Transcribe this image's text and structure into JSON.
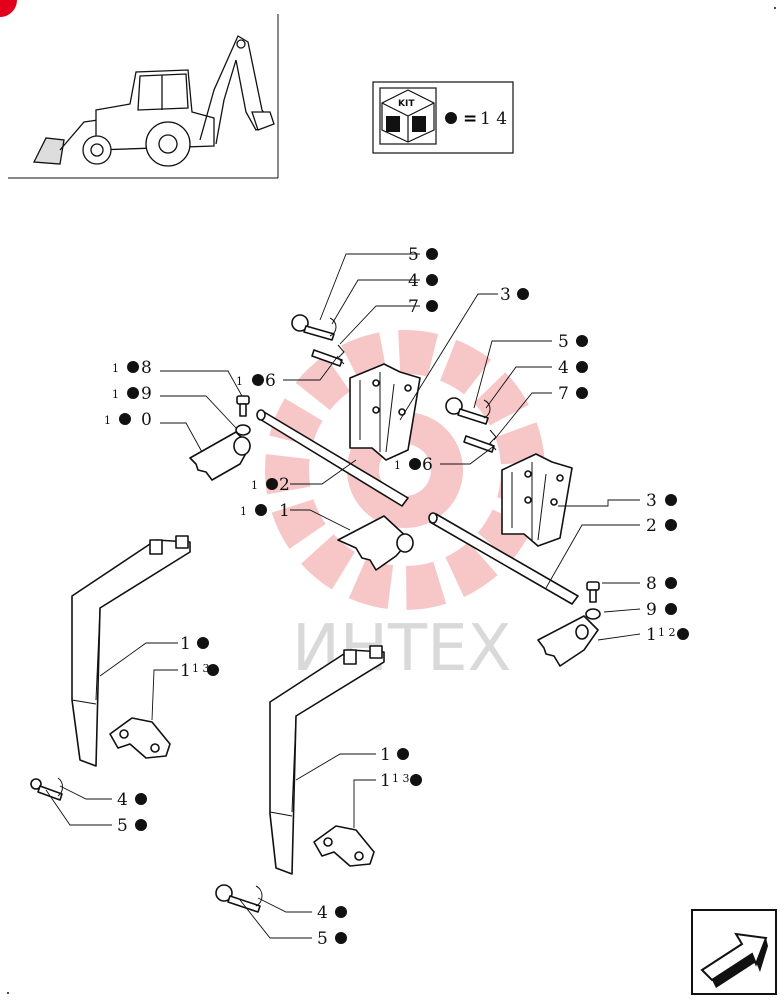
{
  "watermark": {
    "text": "ИНТЕХ",
    "logo_color": "#f5b3b3"
  },
  "kit_box": {
    "kit_label": "KIT",
    "equals": "=",
    "quantity": "1 4"
  },
  "corner_badge_color": "#e3001b",
  "nav": {
    "icon": "next-page-arrow-icon"
  },
  "callouts": [
    {
      "id": "c5a",
      "text": "5",
      "prefix": ""
    },
    {
      "id": "c4a",
      "text": "4",
      "prefix": ""
    },
    {
      "id": "c7a",
      "text": "7",
      "prefix": ""
    },
    {
      "id": "c3a",
      "text": "3",
      "prefix": ""
    },
    {
      "id": "c5b",
      "text": "5",
      "prefix": ""
    },
    {
      "id": "c4b",
      "text": "4",
      "prefix": ""
    },
    {
      "id": "c7b",
      "text": "7",
      "prefix": ""
    },
    {
      "id": "c18",
      "text": "8",
      "prefix": "1"
    },
    {
      "id": "c19",
      "text": "9",
      "prefix": "1"
    },
    {
      "id": "c10",
      "text": "0",
      "prefix": "1"
    },
    {
      "id": "c16a",
      "text": "6",
      "prefix": "1"
    },
    {
      "id": "c16b",
      "text": "6",
      "prefix": "1"
    },
    {
      "id": "c12",
      "text": "2",
      "prefix": "1"
    },
    {
      "id": "c11",
      "text": "1",
      "prefix": "1"
    },
    {
      "id": "c3b",
      "text": "3",
      "prefix": ""
    },
    {
      "id": "c2",
      "text": "2",
      "prefix": ""
    },
    {
      "id": "c8",
      "text": "8",
      "prefix": ""
    },
    {
      "id": "c9",
      "text": "9",
      "prefix": ""
    },
    {
      "id": "c1_12",
      "text": "1 2",
      "prefix": "1"
    },
    {
      "id": "c1a",
      "text": "1",
      "prefix": ""
    },
    {
      "id": "c13a",
      "text": "1 3",
      "prefix": "1"
    },
    {
      "id": "c1b",
      "text": "1",
      "prefix": ""
    },
    {
      "id": "c13b",
      "text": "1 3",
      "prefix": "1"
    },
    {
      "id": "c4c",
      "text": "4",
      "prefix": ""
    },
    {
      "id": "c5c",
      "text": "5",
      "prefix": ""
    },
    {
      "id": "c4d",
      "text": "4",
      "prefix": ""
    },
    {
      "id": "c5d",
      "text": "5",
      "prefix": ""
    }
  ]
}
